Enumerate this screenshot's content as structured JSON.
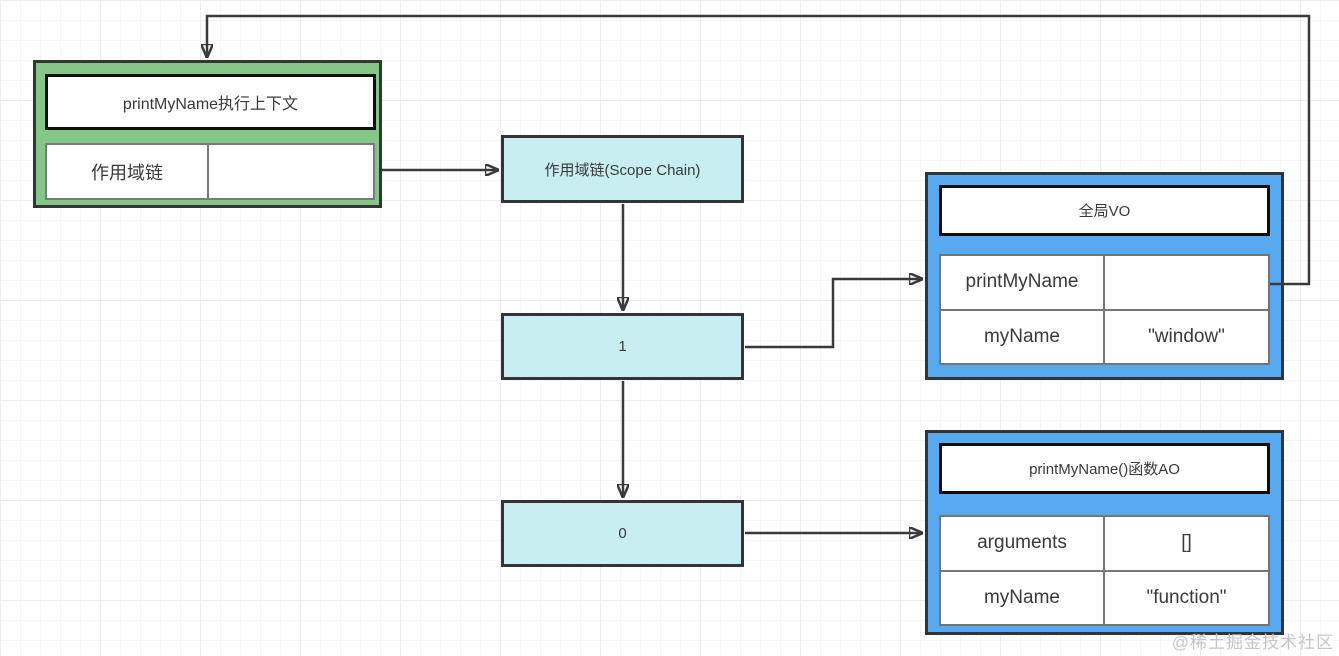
{
  "diagram": {
    "topic": "printMyName scope chain resolution",
    "colors": {
      "context_fill": "#85c787",
      "vo_fill": "#58aaf0",
      "chain_fill": "#c8eef2",
      "outline": "#343434",
      "connector": "#3a3a3a",
      "grid_line": "#ebedef",
      "watermark_text": "#c6c6c6"
    }
  },
  "nodes": {
    "execution_context": {
      "title": "printMyName执行上下文",
      "row": {
        "key": "作用域链",
        "value": ""
      }
    },
    "scope_chain": {
      "label": "作用域链(Scope Chain)"
    },
    "scope_index_1": {
      "label": "1"
    },
    "scope_index_0": {
      "label": "0"
    },
    "global_vo": {
      "title": "全局VO",
      "rows": [
        {
          "key": "printMyName",
          "value": ""
        },
        {
          "key": "myName",
          "value": "\"window\""
        }
      ]
    },
    "func_ao": {
      "title": "printMyName()函数AO",
      "rows": [
        {
          "key": "arguments",
          "value": "[]"
        },
        {
          "key": "myName",
          "value": "\"function\""
        }
      ]
    }
  },
  "edges": [
    {
      "from": "execution_context.scope_chain_row",
      "to": "scope_chain"
    },
    {
      "from": "scope_chain",
      "to": "scope_index_1"
    },
    {
      "from": "scope_index_1",
      "to": "scope_index_0"
    },
    {
      "from": "scope_index_1",
      "to": "global_vo"
    },
    {
      "from": "scope_index_0",
      "to": "func_ao"
    },
    {
      "from": "global_vo.printMyName",
      "to": "execution_context"
    }
  ],
  "watermark": "@稀土掘金技术社区"
}
